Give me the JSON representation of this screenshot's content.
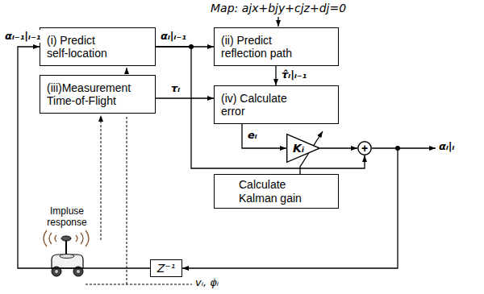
{
  "diagram": {
    "nodes": [
      {
        "text": [
          "(i) Predict self-location"
        ]
      },
      {
        "text": [
          "(ii) Predict reflection path"
        ]
      },
      {
        "text": [
          "(iii)Measurement Time-of-Flight"
        ]
      },
      {
        "text": [
          "(iv) Calculate error"
        ]
      },
      {
        "text": [
          "Kᵢ"
        ]
      },
      {
        "text": [
          "Calculate Kalman gain"
        ]
      },
      {
        "text": [
          "+"
        ]
      },
      {
        "text": [
          "Z⁻¹"
        ]
      }
    ],
    "edges": [
      {
        "from": 7,
        "to": 0,
        "arrow": "to",
        "label": "αᵢ₋₁|ᵢ₋₁"
      },
      {
        "from": 0,
        "to": 1,
        "arrow": "to",
        "label": "αᵢ|ᵢ₋₁"
      },
      {
        "from": 1,
        "to": 3,
        "arrow": "to",
        "label": "τ̂ᵢ|ᵢ₋₁"
      },
      {
        "from": 2,
        "to": 3,
        "arrow": "to",
        "label": "τᵢ"
      },
      {
        "from": 3,
        "to": 4,
        "arrow": "to",
        "label": "eᵢ"
      },
      {
        "from": 4,
        "to": 6,
        "arrow": "to"
      },
      {
        "from": 0,
        "to": 6,
        "arrow": "to"
      },
      {
        "from": 6,
        "to": 7,
        "arrow": "to"
      },
      {
        "from": 5,
        "to": 4,
        "arrow": "to"
      }
    ],
    "labels": [
      "Map: ajx+bjy+cjz+dj=0",
      "Impluse response",
      "vᵢ, φ̇ᵢ",
      "αᵢ|ᵢ"
    ]
  }
}
